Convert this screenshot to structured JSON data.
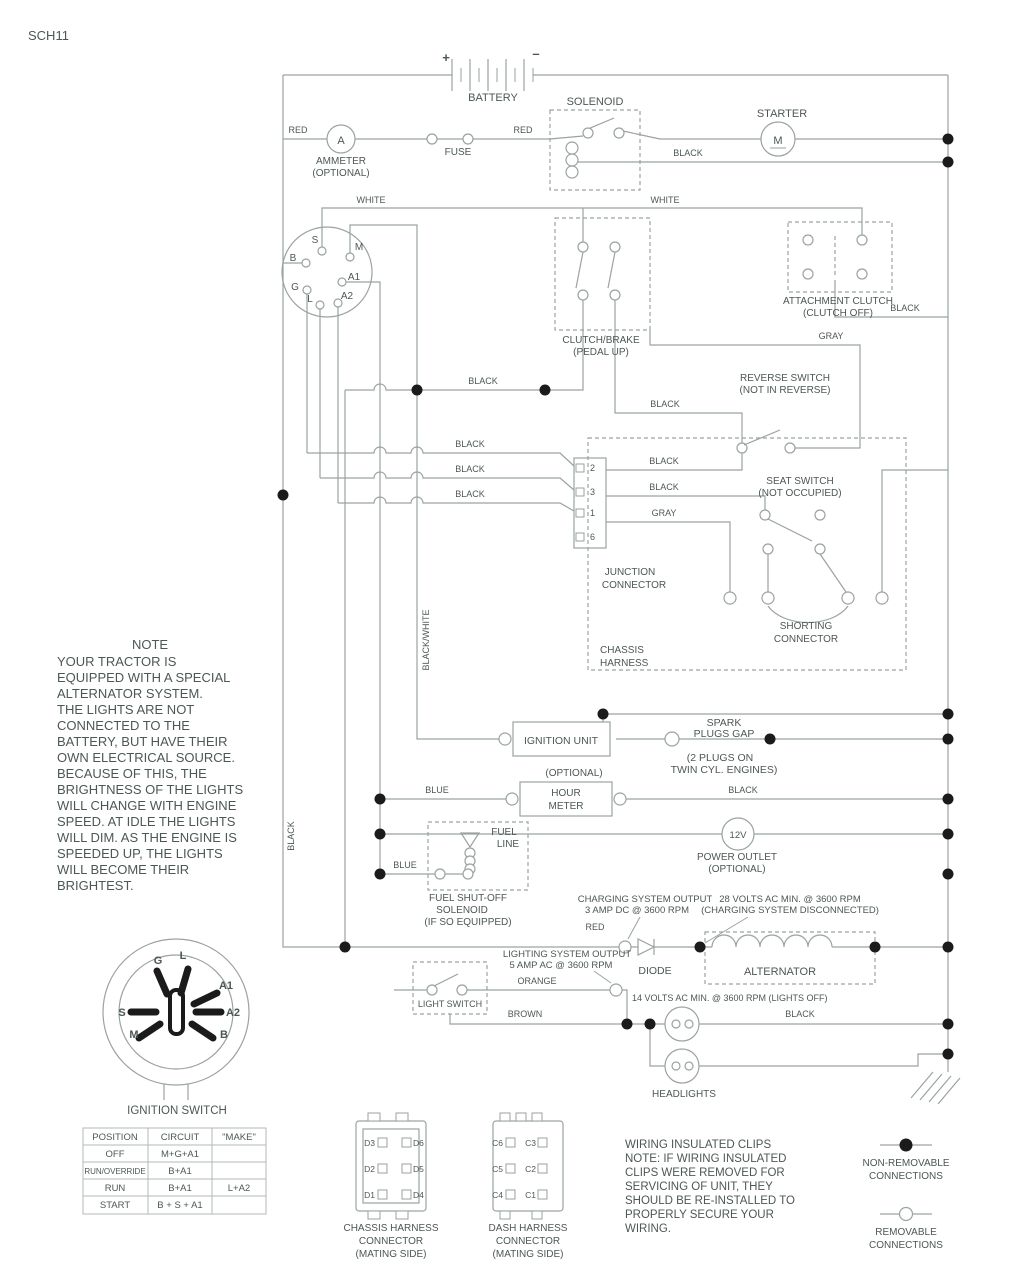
{
  "sheet": {
    "id": "SCH11"
  },
  "colors": {
    "line": "#9aa39d",
    "text": "#4c5852",
    "dot": "#1b1b1b",
    "background": "#ffffff"
  },
  "wire_colors": {
    "red": "RED",
    "black": "BLACK",
    "white": "WHITE",
    "gray": "GRAY",
    "blue": "BLUE",
    "orange": "ORANGE",
    "brown": "BROWN",
    "black_white": "BLACK/WHITE"
  },
  "battery": {
    "label": "BATTERY",
    "plus": "+",
    "minus": "–"
  },
  "solenoid": {
    "label": "SOLENOID"
  },
  "starter": {
    "label": "STARTER",
    "symbol": "M"
  },
  "ammeter": {
    "symbol": "A",
    "line1": "AMMETER",
    "line2": "(OPTIONAL)"
  },
  "fuse": {
    "label": "FUSE"
  },
  "ignition_switch_top": {
    "terminals": {
      "s": "S",
      "m": "M",
      "b": "B",
      "a1": "A1",
      "g": "G",
      "l": "L",
      "a2": "A2"
    }
  },
  "attachment_clutch": {
    "line1": "ATTACHMENT CLUTCH",
    "line2": "(CLUTCH OFF)"
  },
  "clutch_brake": {
    "line1": "CLUTCH/BRAKE",
    "line2": "(PEDAL UP)"
  },
  "reverse_switch": {
    "line1": "REVERSE SWITCH",
    "line2": "(NOT IN REVERSE)"
  },
  "seat_switch": {
    "line1": "SEAT SWITCH",
    "line2": "(NOT OCCUPIED)"
  },
  "junction_connector": {
    "line1": "JUNCTION",
    "line2": "CONNECTOR",
    "pins": [
      "2",
      "3",
      "1",
      "6"
    ]
  },
  "shorting_connector": {
    "line1": "SHORTING",
    "line2": "CONNECTOR"
  },
  "chassis_harness": {
    "line1": "CHASSIS",
    "line2": "HARNESS"
  },
  "ignition_unit": {
    "label": "IGNITION UNIT"
  },
  "spark_plugs": {
    "line1": "SPARK",
    "line2": "PLUGS GAP",
    "line3": "(2 PLUGS ON",
    "line4": "TWIN CYL. ENGINES)"
  },
  "hour_meter": {
    "optional": "(OPTIONAL)",
    "line1": "HOUR",
    "line2": "METER"
  },
  "fuel_line": {
    "line1": "FUEL",
    "line2": "LINE"
  },
  "fuel_shutoff": {
    "line1": "FUEL SHUT-OFF",
    "line2": "SOLENOID",
    "line3": "(IF SO EQUIPPED)"
  },
  "power_outlet": {
    "symbol": "12V",
    "line1": "POWER OUTLET",
    "line2": "(OPTIONAL)"
  },
  "charging": {
    "line1": "CHARGING SYSTEM OUTPUT",
    "line2": "3 AMP DC @ 3600 RPM"
  },
  "charging_disconnected": {
    "line1": "28 VOLTS AC MIN. @ 3600 RPM",
    "line2": "(CHARGING SYSTEM DISCONNECTED)"
  },
  "diode": {
    "label": "DIODE"
  },
  "alternator": {
    "label": "ALTERNATOR"
  },
  "lighting": {
    "line1": "LIGHTING SYSTEM OUTPUT",
    "line2": "5 AMP AC @ 3600 RPM"
  },
  "light_switch": {
    "label": "LIGHT SWITCH"
  },
  "lights_off_note": {
    "label": "14 VOLTS AC MIN. @ 3600 RPM (LIGHTS OFF)"
  },
  "headlights": {
    "label": "HEADLIGHTS"
  },
  "note": {
    "title": "NOTE",
    "lines": [
      "YOUR TRACTOR IS",
      "EQUIPPED WITH A SPECIAL",
      "ALTERNATOR SYSTEM.",
      "THE LIGHTS ARE NOT",
      "CONNECTED TO THE",
      "BATTERY, BUT HAVE THEIR",
      "OWN ELECTRICAL SOURCE.",
      "BECAUSE OF THIS, THE",
      "BRIGHTNESS OF THE LIGHTS",
      "WILL CHANGE WITH ENGINE",
      "SPEED.  AT IDLE THE LIGHTS",
      "WILL DIM.  AS THE ENGINE IS",
      "SPEEDED UP, THE LIGHTS",
      "WILL BECOME THEIR",
      "BRIGHTEST."
    ]
  },
  "ignition_switch_main": {
    "title": "IGNITION SWITCH",
    "terminals": {
      "g": "G",
      "l": "L",
      "a1": "A1",
      "s": "S",
      "a2": "A2",
      "m": "M",
      "b": "B"
    }
  },
  "switch_table": {
    "col_position": "POSITION",
    "col_circuit": "CIRCUIT",
    "col_make": "\"MAKE\"",
    "rows": [
      {
        "position": "OFF",
        "circuit": "M+G+A1",
        "make": ""
      },
      {
        "position": "RUN/OVERRIDE",
        "circuit": "B+A1",
        "make": ""
      },
      {
        "position": "RUN",
        "circuit": "B+A1",
        "make": "L+A2"
      },
      {
        "position": "START",
        "circuit": "B + S + A1",
        "make": ""
      }
    ]
  },
  "chassis_connector": {
    "line1": "CHASSIS HARNESS",
    "line2": "CONNECTOR",
    "line3": "(MATING SIDE)",
    "pins": [
      [
        "D3",
        "D6"
      ],
      [
        "D2",
        "D5"
      ],
      [
        "D1",
        "D4"
      ]
    ]
  },
  "dash_connector": {
    "line1": "DASH HARNESS",
    "line2": "CONNECTOR",
    "line3": "(MATING SIDE)",
    "pins": [
      [
        "C6",
        "C3"
      ],
      [
        "C5",
        "C2"
      ],
      [
        "C4",
        "C1"
      ]
    ]
  },
  "clips_note": {
    "lines": [
      "WIRING INSULATED CLIPS",
      "NOTE: IF WIRING INSULATED",
      "CLIPS WERE REMOVED FOR",
      "SERVICING OF UNIT, THEY",
      "SHOULD BE RE-INSTALLED TO",
      "PROPERLY SECURE YOUR",
      "WIRING."
    ]
  },
  "legend": {
    "non_removable": {
      "line1": "NON-REMOVABLE",
      "line2": "CONNECTIONS"
    },
    "removable": {
      "line1": "REMOVABLE",
      "line2": "CONNECTIONS"
    }
  }
}
